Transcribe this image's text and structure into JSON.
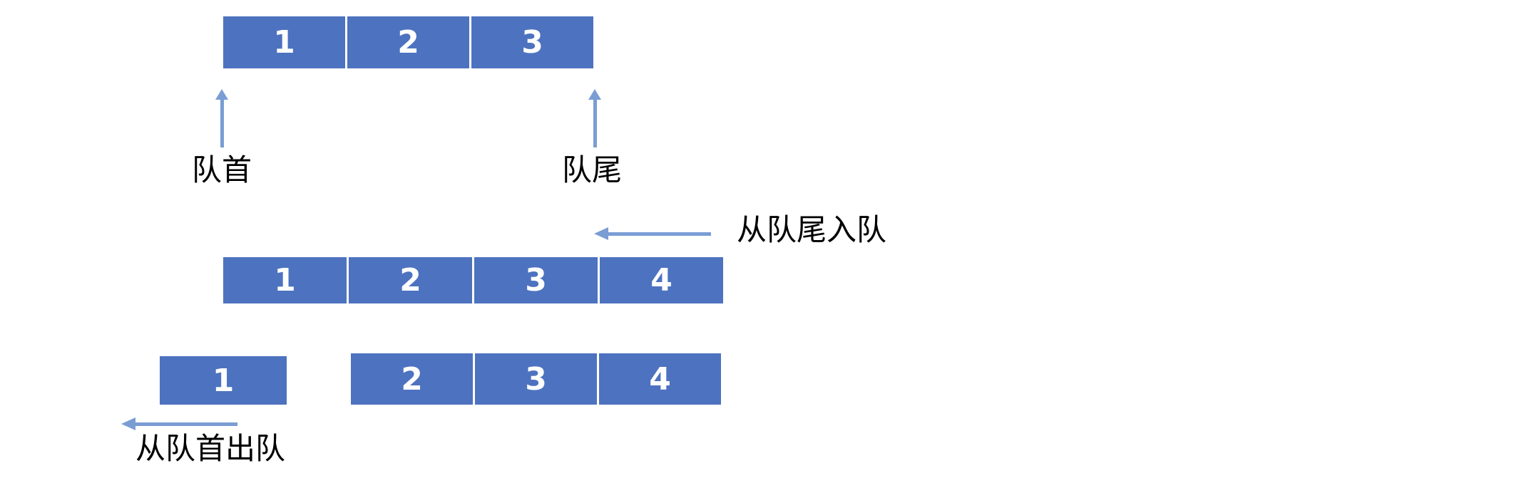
{
  "colors": {
    "background": "#FFFFFF",
    "box_fill": "#4D72BF",
    "arrow": "#7A9DD4",
    "label_text": "#000000",
    "cell_text": "#FFFFFF"
  },
  "initial_queue": {
    "cells": [
      "1",
      "2",
      "3"
    ],
    "front_label": "队首",
    "rear_label": "队尾"
  },
  "enqueue_step": {
    "cells": [
      "1",
      "2",
      "3",
      "4"
    ],
    "label": "从队尾入队"
  },
  "dequeue_step": {
    "removed_cell": "1",
    "remaining_cells": [
      "2",
      "3",
      "4"
    ],
    "label": "从队首出队"
  }
}
